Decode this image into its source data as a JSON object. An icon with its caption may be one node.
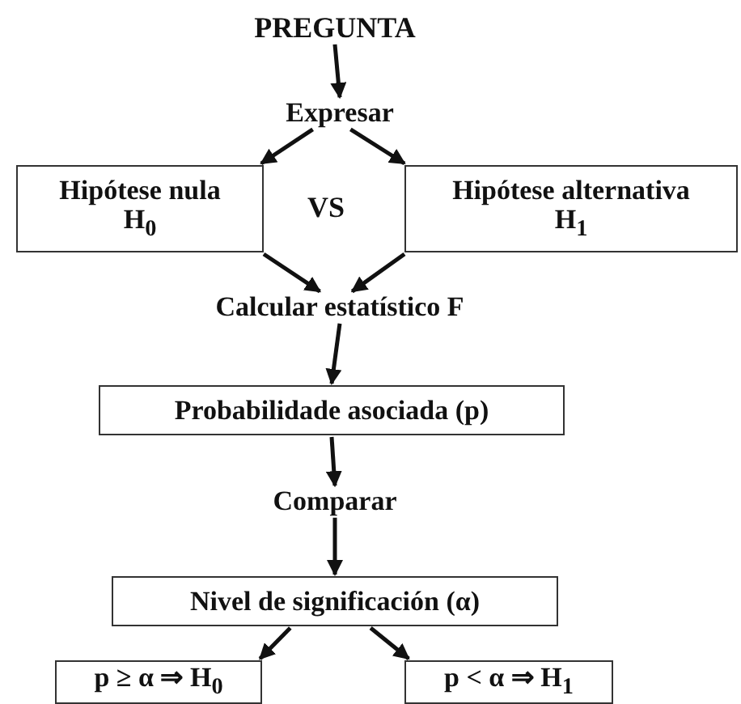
{
  "diagram": {
    "nodes": [
      {
        "text": [
          "PREGUNTA"
        ]
      },
      {
        "text": [
          "Expresar"
        ]
      },
      {
        "text": [
          "Hipótese nula",
          "H$_{0}$"
        ]
      },
      {
        "text": [
          "Hipótese alternativa",
          "H$_{1}$"
        ]
      },
      {
        "text": [
          "Calcular estatístico F"
        ]
      },
      {
        "text": [
          "Probabilidade asociada (p)"
        ]
      },
      {
        "text": [
          "Comparar"
        ]
      },
      {
        "text": [
          "Nivel de significación (α)"
        ]
      },
      {
        "text": [
          "p ≥ α ⇒ H$_{0}$"
        ]
      },
      {
        "text": [
          "p < α ⇒ H$_{1}$"
        ]
      }
    ],
    "edges": [
      {
        "from": 0,
        "to": 1,
        "arrow": "to"
      },
      {
        "from": 1,
        "to": 2,
        "arrow": "to"
      },
      {
        "from": 1,
        "to": 3,
        "arrow": "to"
      },
      {
        "from": 2,
        "to": 4,
        "arrow": "to"
      },
      {
        "from": 3,
        "to": 4,
        "arrow": "to"
      },
      {
        "from": 4,
        "to": 5,
        "arrow": "to"
      },
      {
        "from": 5,
        "to": 6,
        "arrow": "to"
      },
      {
        "from": 6,
        "to": 7,
        "arrow": "to"
      },
      {
        "from": 7,
        "to": 8,
        "arrow": "to"
      },
      {
        "from": 7,
        "to": 9,
        "arrow": "to"
      }
    ],
    "labels": [
      "VS"
    ]
  }
}
